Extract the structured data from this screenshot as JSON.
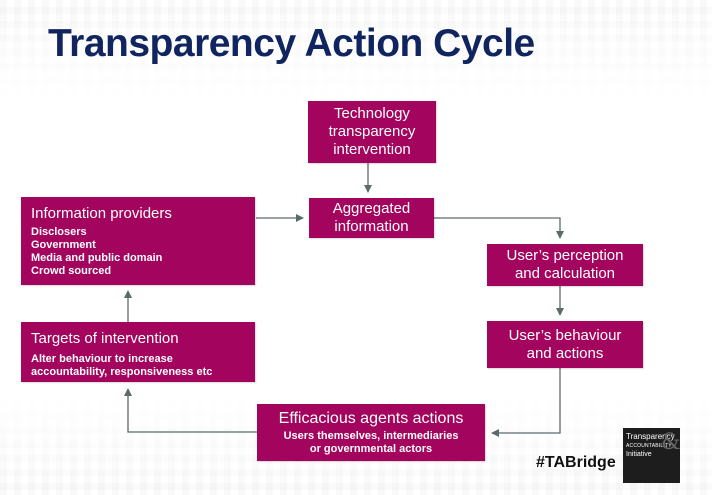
{
  "title": "Transparency Action Cycle",
  "colors": {
    "title": "#10255f",
    "box_fill": "#a3045d",
    "box_text": "#ffffff",
    "arrow": "#5a6b6b"
  },
  "boxes": {
    "tech": {
      "lines": [
        "Technology",
        "transparency",
        "intervention"
      ]
    },
    "aggregated": {
      "lines": [
        "Aggregated",
        "information"
      ]
    },
    "info_providers": {
      "heading": "Information providers",
      "items": [
        "Disclosers",
        "Government",
        "Media and public domain",
        "Crowd sourced"
      ]
    },
    "perception": {
      "lines": [
        "User’s perception",
        "and calculation"
      ]
    },
    "behaviour": {
      "lines": [
        "User’s behaviour",
        "and actions"
      ]
    },
    "targets": {
      "heading": "Targets of intervention",
      "items": [
        "Alter behaviour to increase",
        "accountability, responsiveness etc"
      ]
    },
    "efficacious": {
      "heading": "Efficacious agents actions",
      "items": [
        "Users themselves, intermediaries",
        "or governmental actors"
      ]
    }
  },
  "hashtag": "#TABridge",
  "logo": {
    "line1": "Transparency",
    "line2": "ACCOUNTABILITY",
    "line3": "Initiative",
    "amp": "&",
    "icon": "tai-logo-icon"
  }
}
